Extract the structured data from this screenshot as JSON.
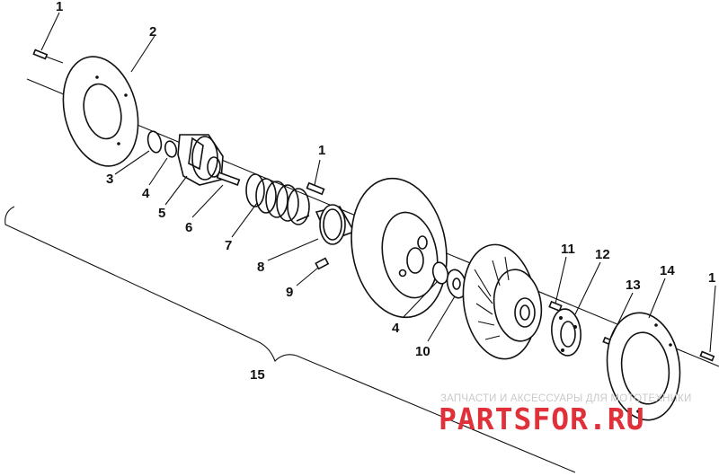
{
  "callouts": {
    "c1a": "1",
    "c2": "2",
    "c3": "3",
    "c4a": "4",
    "c5": "5",
    "c6": "6",
    "c1b": "1",
    "c7": "7",
    "c8": "8",
    "c9": "9",
    "c4b": "4",
    "c10": "10",
    "c11": "11",
    "c12": "12",
    "c13": "13",
    "c14": "14",
    "c1c": "1",
    "c15": "15"
  },
  "watermark": {
    "caption": "ЗАПЧАСТИ И АКСЕССУАРЫ ДЛЯ МОТОТЕХНИКИ",
    "brand": "PARTSFOR.RU",
    "brand_color": "#e0303a",
    "caption_color": "#c9c9c9"
  }
}
